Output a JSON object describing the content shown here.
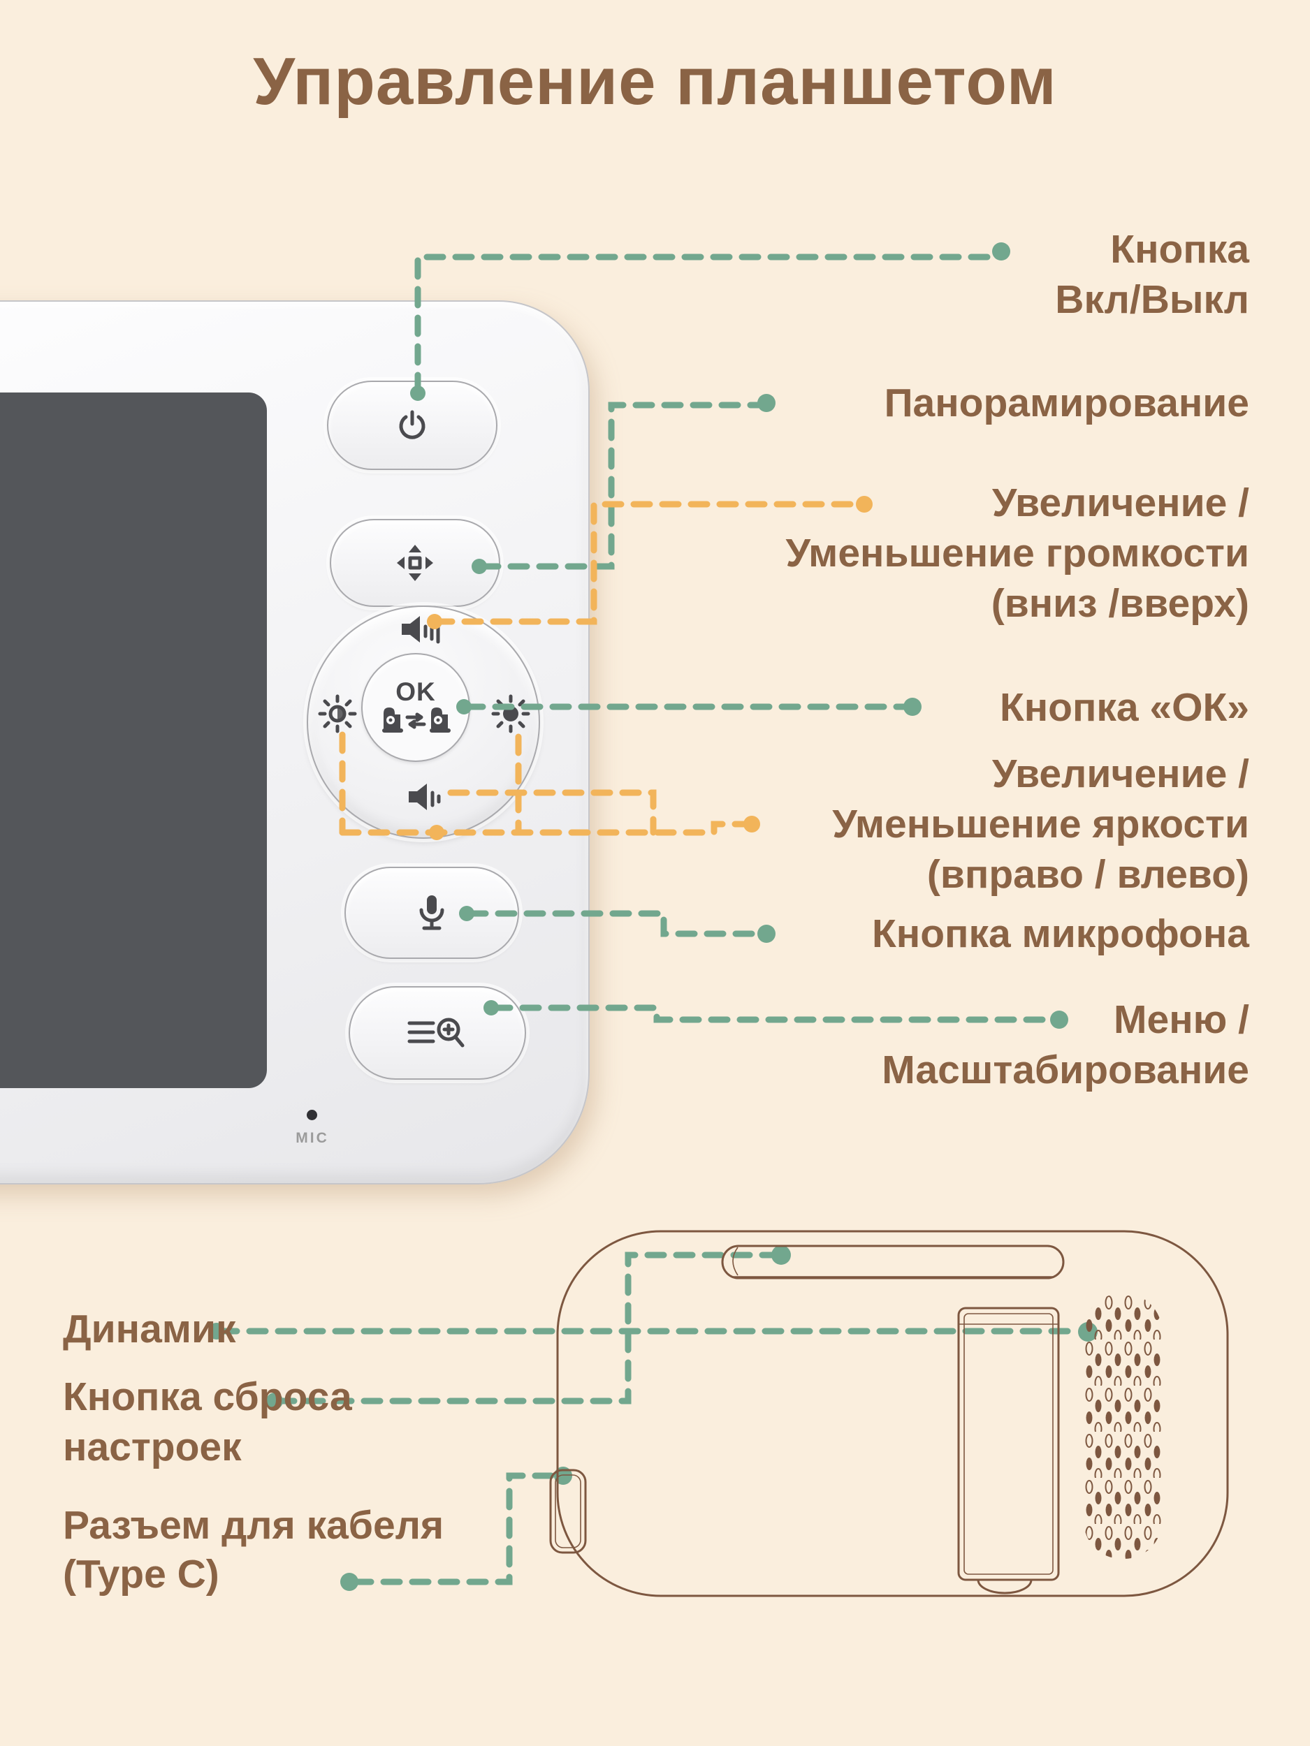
{
  "title": "Управление планшетом",
  "front_labels": [
    {
      "id": "power",
      "lines": [
        "Кнопка",
        "Вкл/Выкл"
      ]
    },
    {
      "id": "pan",
      "lines": [
        "Панорамирование"
      ]
    },
    {
      "id": "volume",
      "lines": [
        "Увеличение /",
        "Уменьшение громкости",
        "(вниз /вверх)"
      ]
    },
    {
      "id": "ok",
      "lines": [
        "Кнопка «ОК»"
      ]
    },
    {
      "id": "brightness",
      "lines": [
        "Увеличение /",
        "Уменьшение яркости",
        "(вправо / влево)"
      ]
    },
    {
      "id": "mic",
      "lines": [
        "Кнопка микрофона"
      ]
    },
    {
      "id": "menu",
      "lines": [
        "Меню /",
        "Масштабирование"
      ]
    }
  ],
  "back_labels": [
    {
      "id": "speaker",
      "lines": [
        "Динамик"
      ]
    },
    {
      "id": "reset",
      "lines": [
        "Кнопка сброса",
        "настроек"
      ]
    },
    {
      "id": "typec",
      "lines": [
        "Разъем для кабеля",
        "(Type C)"
      ]
    }
  ],
  "device": {
    "ok_label": "OK",
    "mic_port_label": "MIC"
  },
  "colors": {
    "background": "#faeedd",
    "text_brown": "#8a6345",
    "connector_teal": "#72a78e",
    "connector_orange": "#f2b45a",
    "outline_brown": "#7d5740",
    "screen_gray": "#54565a"
  }
}
